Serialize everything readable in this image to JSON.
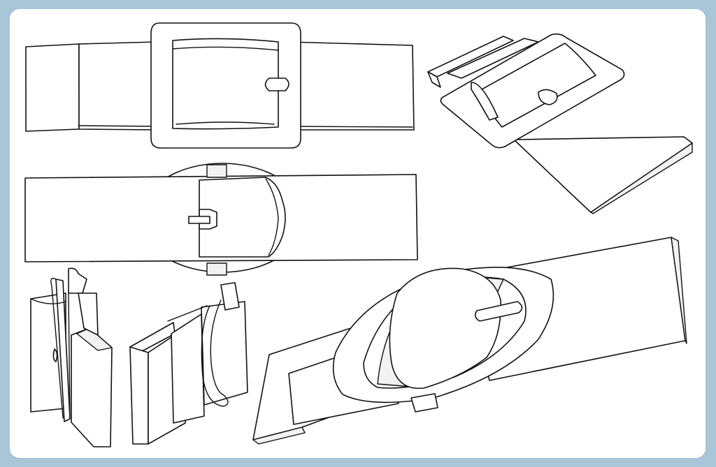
{
  "colors": {
    "border": "#a9c6d9",
    "canvas": "#ffffff",
    "line": "#111111"
  },
  "illustration": {
    "views": [
      {
        "id": "front-flat"
      },
      {
        "id": "angled-top-right"
      },
      {
        "id": "back-flat"
      },
      {
        "id": "side-left"
      },
      {
        "id": "side-right"
      },
      {
        "id": "angled-large"
      }
    ]
  }
}
